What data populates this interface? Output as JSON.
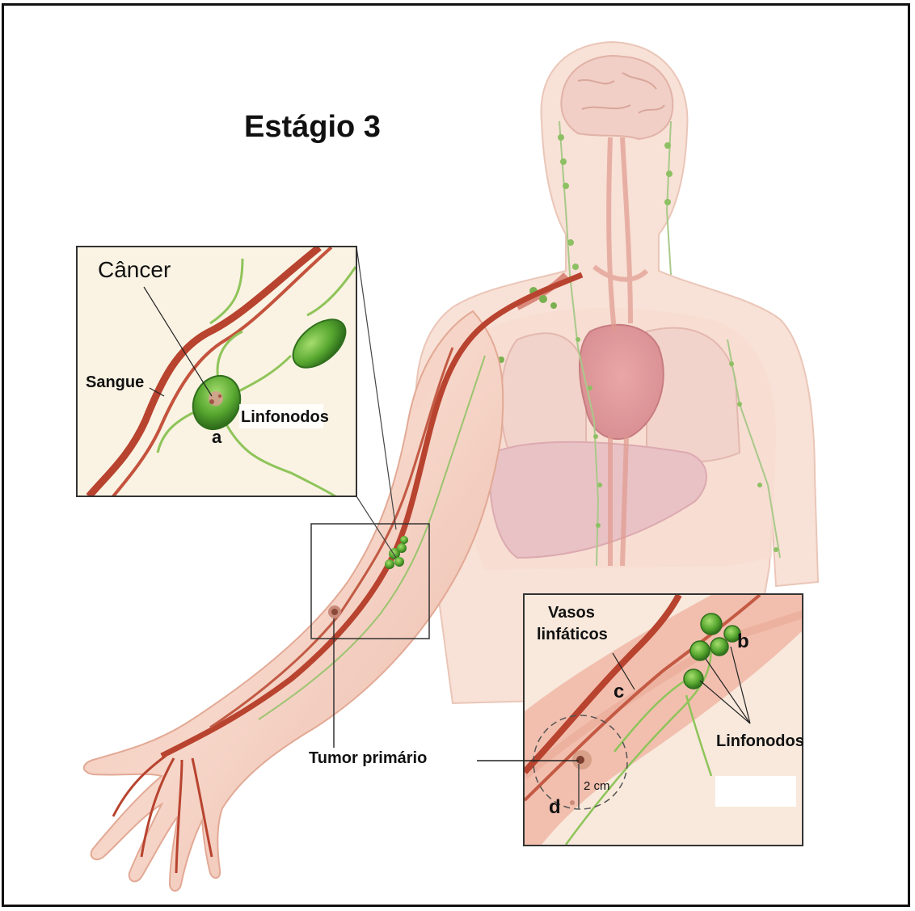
{
  "title": "Estágio 3",
  "inset_top": {
    "cancer": "Câncer",
    "blood": "Sangue",
    "lymph_nodes": "Linfonodos",
    "marker_a": "a"
  },
  "main": {
    "primary_tumor": "Tumor primário"
  },
  "inset_bottom": {
    "lymph_vessels_line1": "Vasos",
    "lymph_vessels_line2": "linfáticos",
    "lymph_nodes": "Linfonodos",
    "distance": "2 cm",
    "marker_b": "b",
    "marker_c": "c",
    "marker_d": "d"
  },
  "colors": {
    "skin": "#f3cfc0",
    "skin_light": "#f8e2d8",
    "artery": "#b8432f",
    "lymph": "#8fc45a",
    "node": "#4f9e2e",
    "inset_bg": "#faf3e3"
  }
}
